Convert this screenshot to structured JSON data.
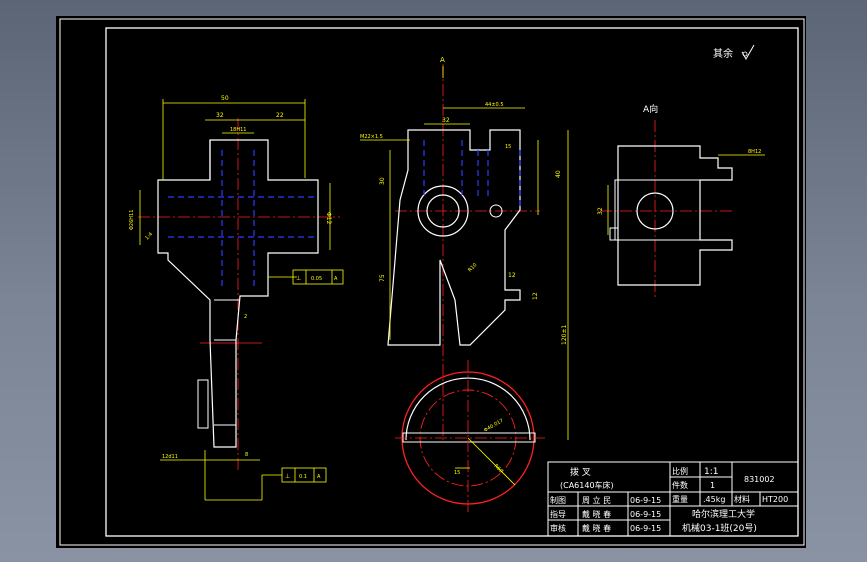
{
  "drawing": {
    "roughness_note": "其余",
    "view_label_A": "A",
    "view_label_A_dir": "A向",
    "dims": {
      "d50": "50",
      "d32_left": "32",
      "d22": "22",
      "d18h11": "18H11",
      "d26h11": "Φ26H11",
      "dphi12": "Φ12",
      "dr1": "1:4",
      "dtol1": "0.05",
      "dtol1_ref": "A",
      "d12d11": "12d11",
      "d8": "8",
      "d2": "2",
      "dtol2": "0.1",
      "dtol2_ref": "A",
      "d44": "44±0.5",
      "d32_mid": "32",
      "m22": "M22×1.5",
      "d15": "15",
      "d40": "40",
      "d30": "30",
      "d75": "75",
      "d12a": "12",
      "d12b": "12",
      "d120": "120±1",
      "dR10": "R10",
      "dR40": "Φ40.017",
      "dR60": "R60",
      "d15b": "15",
      "d32_right": "32",
      "d8h12": "8H12"
    },
    "title_block": {
      "part_name": "拨    叉",
      "machine": "(CA6140车床)",
      "scale_label": "比例",
      "scale_value": "1:1",
      "drawing_no": "831002",
      "qty_label": "件数",
      "qty_value": "1",
      "weight_label": "重量",
      "weight_value": ".45kg",
      "material_label": "材料",
      "material_value": "HT200",
      "rows": [
        {
          "role": "制图",
          "name": "周 立 民",
          "date": "06-9-15"
        },
        {
          "role": "指导",
          "name": "戴 晓 春",
          "date": "06-9-15"
        },
        {
          "role": "审核",
          "name": "戴 晓 春",
          "date": "06-9-15"
        }
      ],
      "school": "哈尔滨理工大学",
      "class_name": "机械03-1班(20号)"
    },
    "colors": {
      "outline": "#ffffff",
      "dimension": "#ffff00",
      "centerline": "#ff2020",
      "hidden": "#2a3cff",
      "frame": "#ffffff"
    }
  }
}
